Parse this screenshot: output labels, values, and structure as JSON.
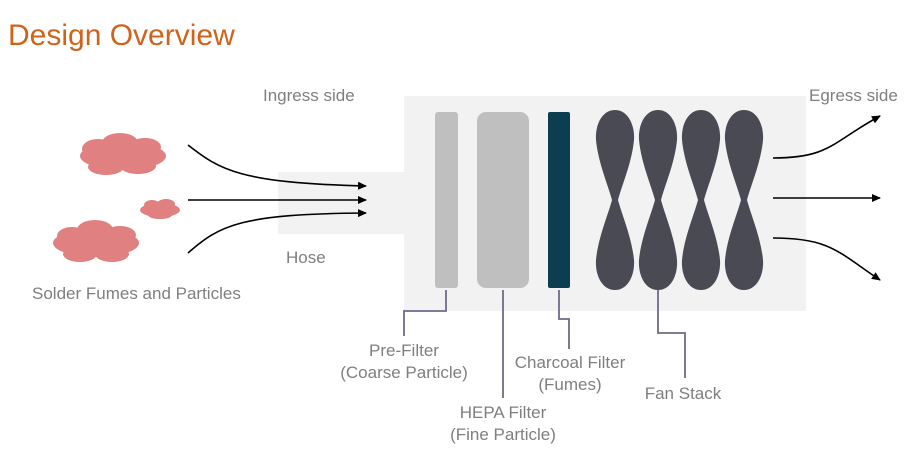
{
  "title": "Design Overview",
  "labels": {
    "ingress": "Ingress side",
    "egress": "Egress side",
    "hose": "Hose",
    "source": "Solder Fumes and Particles",
    "prefilter_line1": "Pre-Filter",
    "prefilter_line2": "(Coarse Particle)",
    "hepa_line1": "HEPA Filter",
    "hepa_line2": "(Fine Particle)",
    "charcoal_line1": "Charcoal Filter",
    "charcoal_line2": "(Fumes)",
    "fanstack": "Fan Stack"
  },
  "colors": {
    "title": "#d0631b",
    "label": "#7f7f7f",
    "housing": "#f2f2f2",
    "filter_light": "#bfbfbf",
    "charcoal": "#0d3d50",
    "fan": "#4a4a55",
    "fumes": "#e08080",
    "callout": "#6f6a8a"
  }
}
